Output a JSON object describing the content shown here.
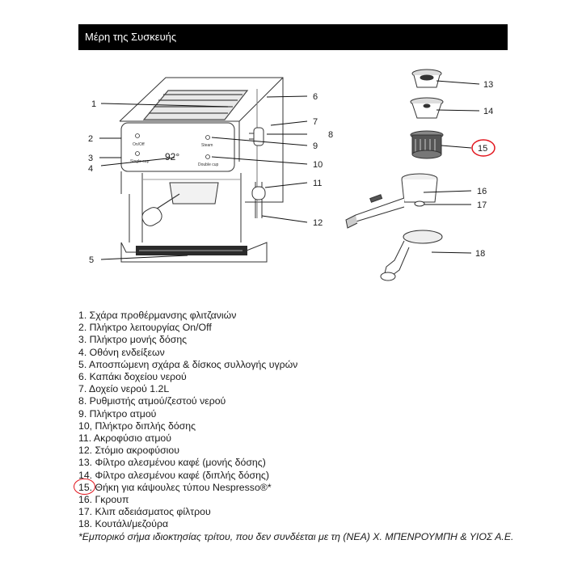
{
  "header": {
    "title": "Μέρη της Συσκευής"
  },
  "diagram": {
    "display_reading": "92°",
    "callouts": [
      "1",
      "2",
      "3",
      "4",
      "5",
      "6",
      "7",
      "8",
      "9",
      "10",
      "11",
      "12",
      "13",
      "14",
      "15",
      "16",
      "17",
      "18"
    ],
    "highlight_color": "#e2141c"
  },
  "legend": {
    "items": [
      "1. Σχάρα προθέρμανσης φλιτζανιών",
      "2. Πλήκτρο λειτουργίας On/Off",
      "3. Πλήκτρο μονής δόσης",
      "4. Οθόνη ενδείξεων",
      "5. Αποσπώμενη σχάρα & δίσκος συλλογής υγρών",
      "6. Καπάκι δοχείου νερού",
      "7. Δοχείο νερού 1.2L",
      "8. Ρυθμιστής ατμού/ζεστού νερού",
      "9. Πλήκτρο ατμού",
      "10, Πλήκτρο διπλής δόσης",
      "11. Ακροφύσιο ατμού",
      "12. Στόμιο ακροφύσιου",
      "13. Φίλτρο αλεσμένου καφέ (μονής δόσης)",
      "14. Φίλτρο αλεσμένου καφέ (διπλής δόσης)",
      "15. Θήκη για κάψουλες τύπου Nespresso®*",
      "16. Γκρουπ",
      "17. Κλιπ αδειάσματος φίλτρου",
      "18. Κουτάλι/μεζούρα"
    ],
    "footnote": "*Εμπορικό σήμα ιδιοκτησίας τρίτου, που δεν συνδέεται με τη (ΝΕΑ) Χ. ΜΠΕΝΡΟΥΜΠΗ & ΥΙΟΣ Α.Ε."
  }
}
